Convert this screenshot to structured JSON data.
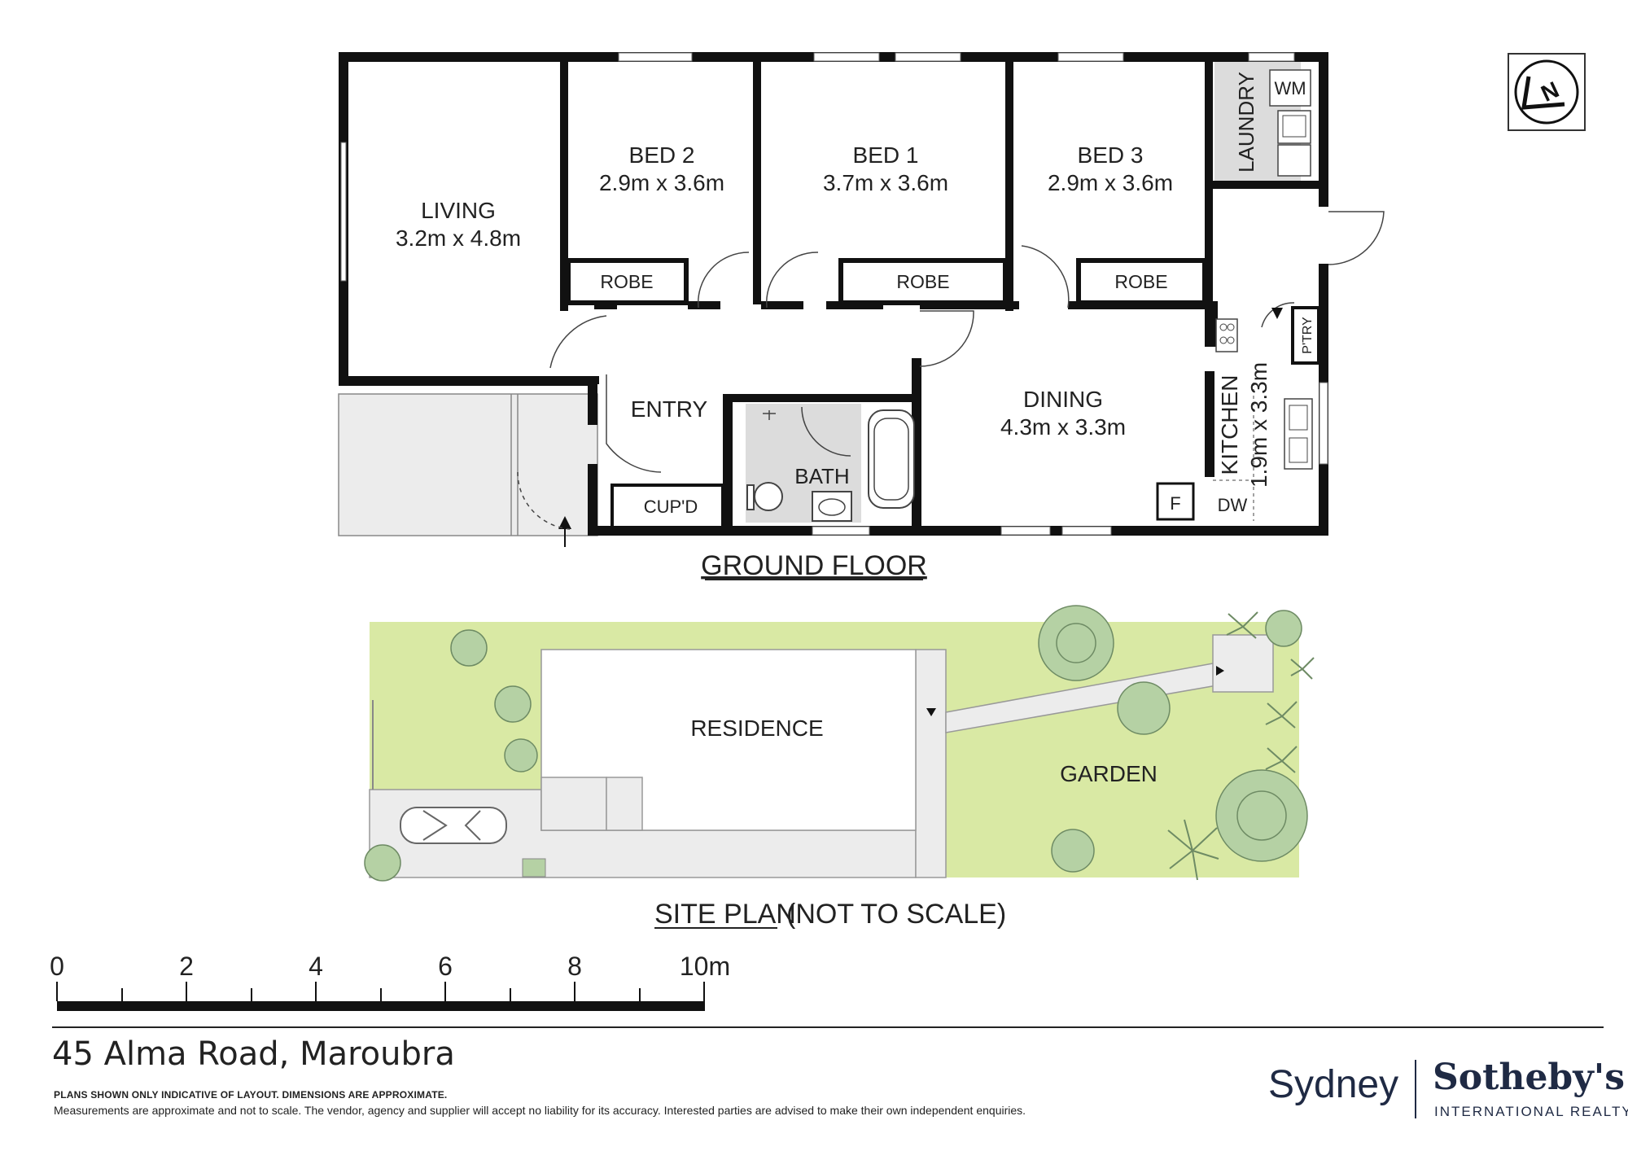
{
  "rooms": {
    "living": {
      "name": "LIVING",
      "size": "3.2m x 4.8m"
    },
    "bed2": {
      "name": "BED 2",
      "size": "2.9m x 3.6m"
    },
    "bed1": {
      "name": "BED 1",
      "size": "3.7m x 3.6m"
    },
    "bed3": {
      "name": "BED 3",
      "size": "2.9m x 3.6m"
    },
    "dining": {
      "name": "DINING",
      "size": "4.3m x 3.3m"
    },
    "kitchen": {
      "name": "KITCHEN",
      "size": "1.9m x 3.3m"
    },
    "laundry": "LAUNDRY",
    "wm": "WM",
    "robe": "ROBE",
    "entry": "ENTRY",
    "bath": "BATH",
    "cupd": "CUP'D",
    "pantry": "P'TRY",
    "dw": "DW",
    "fridge": "F"
  },
  "titles": {
    "ground_floor": "GROUND FLOOR",
    "site_plan": "SITE PLAN",
    "not_to_scale": "(NOT TO SCALE)"
  },
  "site": {
    "residence": "RESIDENCE",
    "garden": "GARDEN"
  },
  "scale": {
    "ticks": [
      "0",
      "2",
      "4",
      "6",
      "8",
      "10m"
    ]
  },
  "footer": {
    "address": "45 Alma Road, Maroubra",
    "disclaimer_1": "PLANS SHOWN ONLY INDICATIVE OF LAYOUT. DIMENSIONS ARE APPROXIMATE.",
    "disclaimer_2": "Measurements are approximate and not to scale. The vendor, agency and supplier will accept no liability for its accuracy. Interested parties are advised to make their own independent enquiries."
  },
  "brand": {
    "city": "Sydney",
    "name": "Sotheby's",
    "sub": "INTERNATIONAL REALTY"
  },
  "compass": "N",
  "colors": {
    "lawn": "#d9e9a4",
    "tree": "#b5d1a4",
    "wall": "#111111",
    "brand": "#1f2a44"
  }
}
